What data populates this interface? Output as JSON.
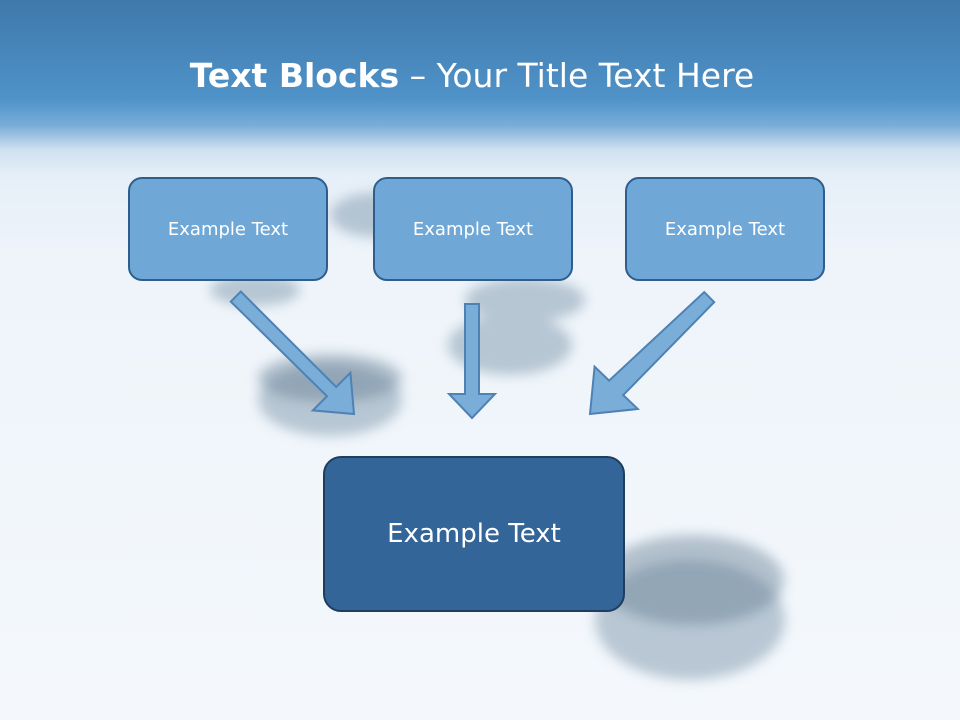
{
  "title": {
    "bold": "Text Blocks",
    "rest": " – Your Title Text Here"
  },
  "blocks": {
    "left": "Example Text",
    "middle": "Example Text",
    "right": "Example Text",
    "bottom": "Example Text"
  },
  "colors": {
    "small_block_fill": "#6fa8d6",
    "small_block_border": "#2f5e8e",
    "large_block_fill": "#336598",
    "large_block_border": "#1f3d5e",
    "arrow_fill": "#7aaed9",
    "arrow_stroke": "#4e82b4"
  }
}
